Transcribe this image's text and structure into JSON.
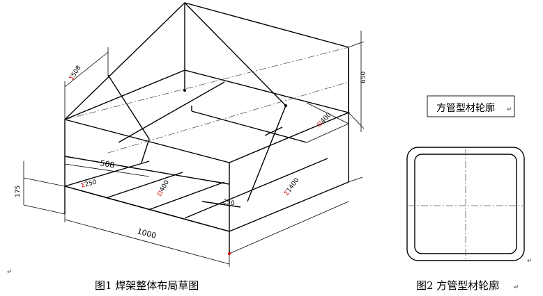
{
  "dimensions": {
    "length": "1000",
    "width": "1400",
    "width_prefix": "Σ",
    "height": "650",
    "leg": "175",
    "top_offset": "508",
    "top_offset_prefix": "Σ",
    "inner_508": "508",
    "seg_250_a": "250",
    "seg_250_a_prefix": "Σ",
    "seg_250_b": "250",
    "seg_400_a": "400",
    "seg_400_a_prefix": "⊡",
    "seg_400_b": "400",
    "seg_400_b_prefix": "⊡"
  },
  "profile_label": "方管型材轮廓",
  "captions": {
    "fig1": "图1    焊架整体布局草图",
    "fig2": "图2  方管型材轮廓"
  },
  "para_mark": "↵"
}
